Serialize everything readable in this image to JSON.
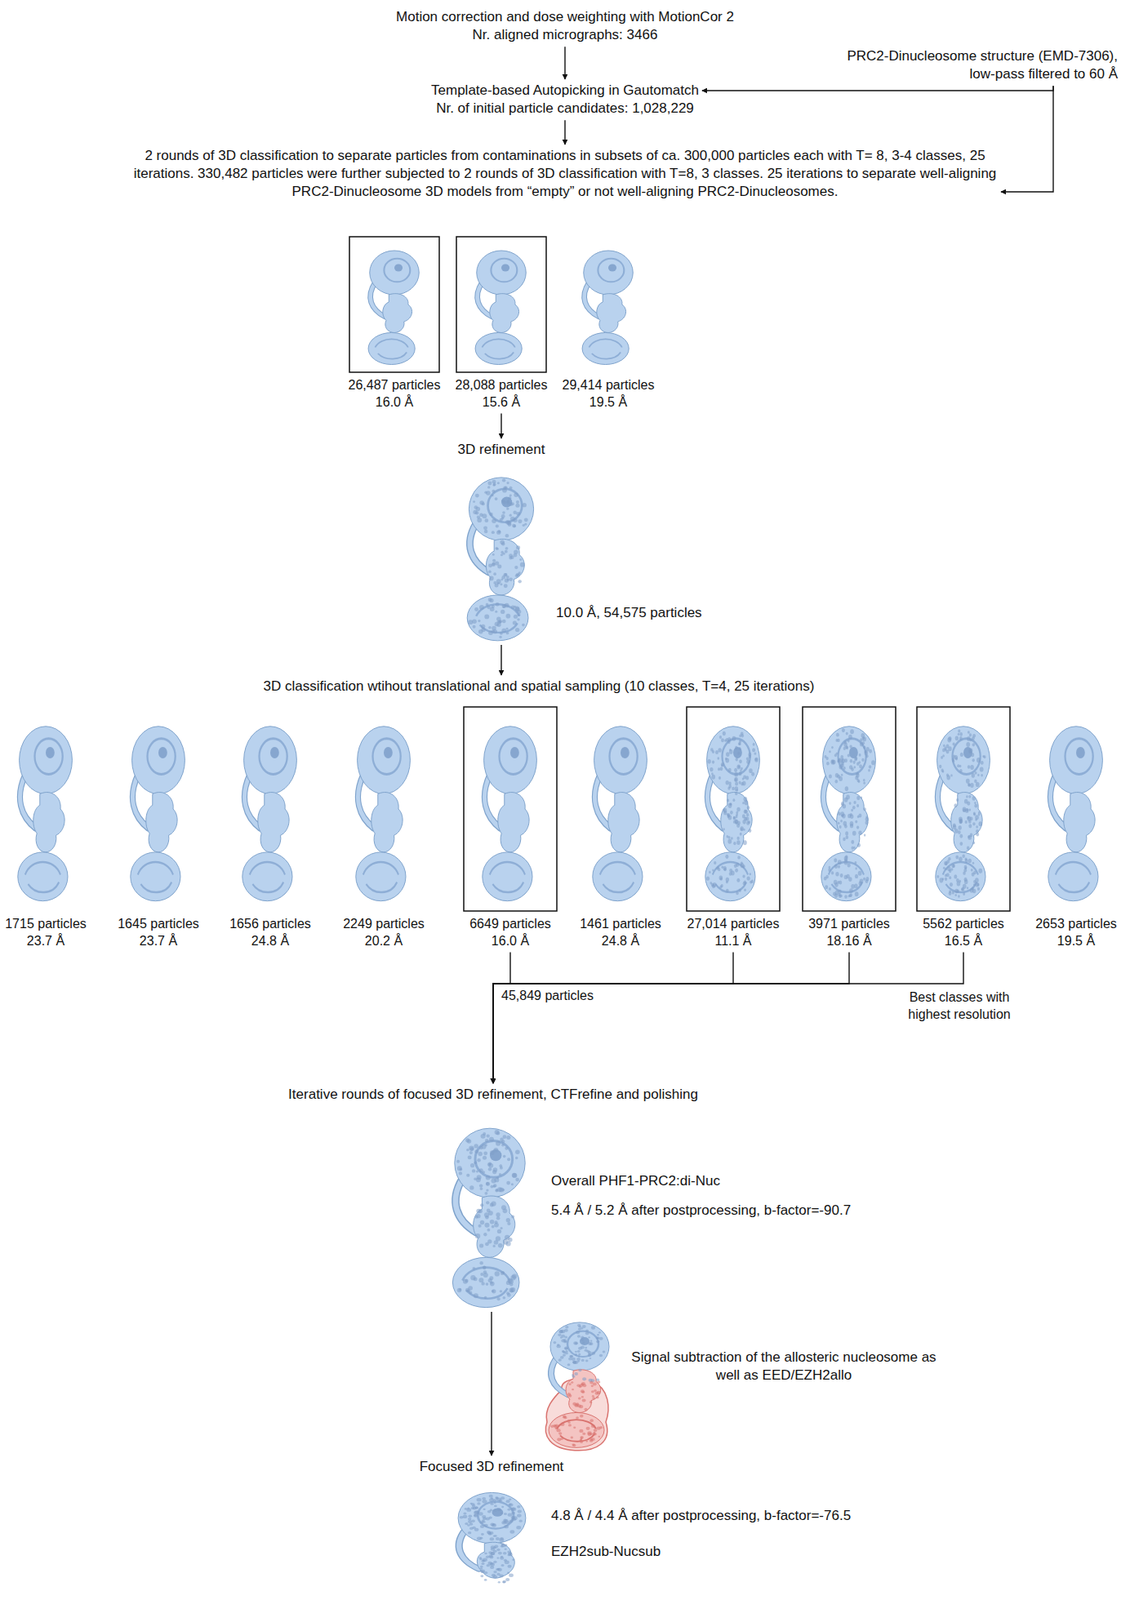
{
  "diagram": {
    "nodes": [
      {
        "text": [
          "Motion correction and dose weighting with MotionCor 2",
          "Nr. aligned micrographs: 3466"
        ]
      },
      {
        "text": [
          "PRC2-Dinucleosome structure (EMD-7306), low-pass filtered to 60 Å"
        ]
      },
      {
        "text": [
          "Template-based Autopicking in Gautomatch",
          "Nr. of initial particle candidates: 1,028,229"
        ]
      },
      {
        "text": [
          "2 rounds of 3D classification to separate particles from contaminations in subsets of ca. 300,000 particles each with T= 8, 3-4 classes, 25 iterations. 330,482 particles were further subjected to 2 rounds of 3D classification with T=8, 3 classes. 25 iterations to separate well-aligning PRC2-Dinucleosome 3D models from “empty” or not well-aligning PRC2-Dinucleosomes."
        ]
      },
      {
        "text": [
          "26,487 particles",
          "16.0 Å"
        ]
      },
      {
        "text": [
          "28,088 particles",
          "15.6 Å"
        ]
      },
      {
        "text": [
          "29,414 particles",
          "19.5 Å"
        ]
      },
      {
        "text": [
          "3D refinement"
        ]
      },
      {
        "text": [
          "10.0 Å, 54,575 particles"
        ]
      },
      {
        "text": [
          "3D classification wtihout translational and spatial sampling (10 classes, T=4, 25 iterations)"
        ]
      },
      {
        "text": [
          "1715 particles",
          "23.7 Å"
        ]
      },
      {
        "text": [
          "1645 particles",
          "23.7 Å"
        ]
      },
      {
        "text": [
          "1656 particles",
          "24.8 Å"
        ]
      },
      {
        "text": [
          "2249 particles",
          "20.2 Å"
        ]
      },
      {
        "text": [
          "6649 particles",
          "16.0 Å"
        ]
      },
      {
        "text": [
          "1461 particles",
          "24.8 Å"
        ]
      },
      {
        "text": [
          "27,014 particles",
          "11.1 Å"
        ]
      },
      {
        "text": [
          "3971 particles",
          "18.16 Å"
        ]
      },
      {
        "text": [
          "5562 particles",
          "16.5 Å"
        ]
      },
      {
        "text": [
          "2653 particles",
          "19.5 Å"
        ]
      },
      {
        "text": [
          "Iterative rounds of focused 3D refinement, CTFrefine and polishing"
        ]
      },
      {
        "text": [
          "Overall PHF1-PRC2:di-Nuc",
          "5.4 Å / 5.2 Å after postprocessing, b-factor=-90.7"
        ]
      },
      {
        "text": [
          "Signal subtraction of the allosteric nucleosome as well as EED/EZH2allo"
        ]
      },
      {
        "text": [
          "Focused 3D refinement"
        ]
      },
      {
        "text": [
          "4.8 Å / 4.4 Å after postprocessing, b-factor=-76.5",
          "EZH2sub-Nucsub"
        ]
      }
    ],
    "edges": [
      {
        "from": 0,
        "to": 2,
        "arrow": "to"
      },
      {
        "from": 1,
        "to": 2,
        "arrow": "to"
      },
      {
        "from": 1,
        "to": 3,
        "arrow": "to"
      },
      {
        "from": 2,
        "to": 3,
        "arrow": "to"
      },
      {
        "from": 5,
        "to": 7,
        "arrow": "to"
      },
      {
        "from": 8,
        "to": 9,
        "arrow": "to"
      },
      {
        "from": 14,
        "to": 20,
        "arrow": "to"
      },
      {
        "from": 16,
        "to": 20,
        "arrow": "to"
      },
      {
        "from": 17,
        "to": 20,
        "arrow": "to"
      },
      {
        "from": 18,
        "to": 20,
        "arrow": "to"
      },
      {
        "from": 21,
        "to": 23,
        "arrow": "to"
      }
    ],
    "labels": [
      "45,849 particles",
      "Best classes with highest resolution"
    ]
  }
}
